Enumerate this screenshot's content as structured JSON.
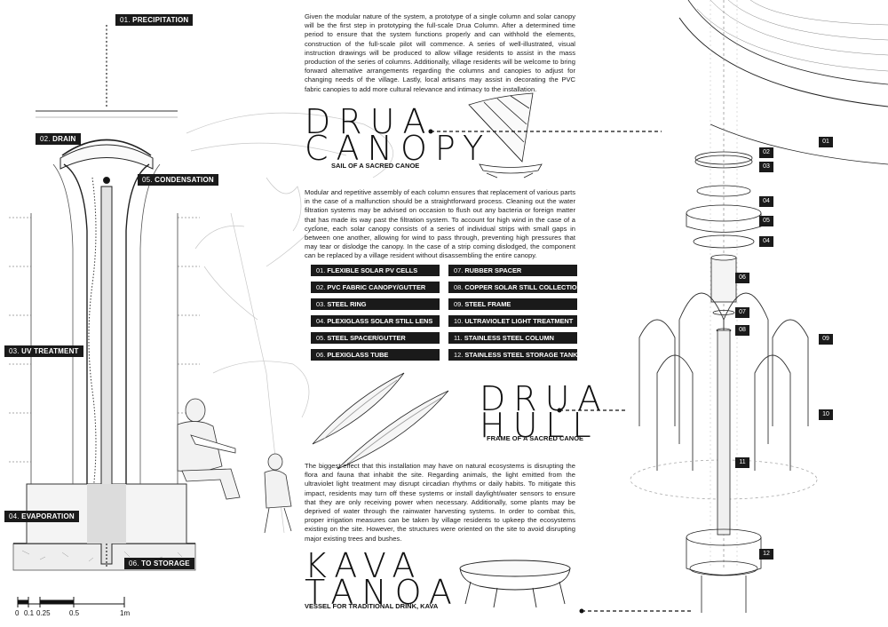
{
  "column_labels": [
    {
      "num": "01.",
      "text": "PRECIPITATION"
    },
    {
      "num": "02.",
      "text": "DRAIN"
    },
    {
      "num": "05.",
      "text": "CONDENSATION"
    },
    {
      "num": "03.",
      "text": "UV TREATMENT"
    },
    {
      "num": "04.",
      "text": "EVAPORATION"
    },
    {
      "num": "06.",
      "text": "TO STORAGE"
    }
  ],
  "paragraphs": {
    "intro": "Given the modular nature of the system, a prototype of a single column and solar canopy will be the first step in prototyping the full-scale Drua Column. After a determined time period to ensure that the system functions properly and can withhold the elements, construction of the full-scale pilot will commence. A series of well-illustrated, visual instruction drawings will be produced to allow village residents to assist in the mass production of the series of columns. Additionally, village residents will be welcome to bring forward alternative arrangements regarding the columns and canopies to adjust for changing needs of the village. Lastly, local artisans may assist in decorating the PVC fabric canopies to add more cultural relevance and intimacy to the installation.",
    "maintenance": "Modular and repetitive assembly of each column ensures that replacement of various parts in the case of a malfunction should be a straightforward process. Cleaning out the water filtration systems may be advised on occasion to flush out any bacteria or foreign matter that has made its way past the filtration system. To account for high wind in the case of a cyclone, each solar canopy consists of a series of individual strips with small gaps in between one another, allowing for wind to pass through, preventing high pressures that may tear or dislodge the canopy. In the case of a strip coming dislodged, the component can be replaced by a village resident without disassembling the entire canopy.",
    "ecosystem": "The biggest effect that this installation may have on natural ecosystems is disrupting the flora and fauna that inhabit the site. Regarding animals, the light emitted from the ultraviolet light treatment may disrupt circadian rhythms or daily habits. To mitigate this impact, residents may turn off these systems or install daylight/water sensors to ensure that they are only receiving power when necessary. Additionally, some plants may be deprived of water through the rainwater harvesting systems. In order to combat this, proper irrigation measures can be taken by village residents to upkeep the ecosystems existing on the site. However, the structures were oriented on the site to avoid disrupting major existing trees and bushes."
  },
  "headings": {
    "canopy_line1": "DRUA",
    "canopy_line2": "CANOPY",
    "canopy_sub": "SAIL OF A SACRED CANOE",
    "hull_line1": "DRUA",
    "hull_line2": "HULL",
    "hull_sub": "FRAME OF A SACRED CANOE",
    "kava_line1": "KAVA",
    "kava_line2": "TANOA",
    "kava_sub": "VESSEL FOR TRADITIONAL DRINK, KAVA"
  },
  "components": [
    {
      "num": "01.",
      "text": "FLEXIBLE SOLAR PV CELLS"
    },
    {
      "num": "02.",
      "text": "PVC FABRIC CANOPY/GUTTER"
    },
    {
      "num": "03.",
      "text": "STEEL RING"
    },
    {
      "num": "04.",
      "text": "PLEXIGLASS SOLAR STILL LENS"
    },
    {
      "num": "05.",
      "text": "STEEL SPACER/GUTTER"
    },
    {
      "num": "06.",
      "text": "PLEXIGLASS TUBE"
    },
    {
      "num": "07.",
      "text": "RUBBER SPACER"
    },
    {
      "num": "08.",
      "text": "COPPER SOLAR STILL COLLECTION"
    },
    {
      "num": "09.",
      "text": "STEEL FRAME"
    },
    {
      "num": "10.",
      "text": "ULTRAVIOLET LIGHT TREATMENT"
    },
    {
      "num": "11.",
      "text": "STAINLESS STEEL COLUMN"
    },
    {
      "num": "12.",
      "text": "STAINLESS STEEL STORAGE TANK"
    }
  ],
  "exploded_tags": [
    "01",
    "02",
    "03",
    "04",
    "05",
    "04",
    "06",
    "07",
    "08",
    "09",
    "10",
    "11",
    "12"
  ],
  "scale_bar": {
    "ticks": [
      "0",
      "0.1",
      "0.25",
      "0.5",
      "1m"
    ]
  },
  "colors": {
    "ink": "#1a1a1a",
    "line": "#333333",
    "light": "#bbbbbb"
  }
}
